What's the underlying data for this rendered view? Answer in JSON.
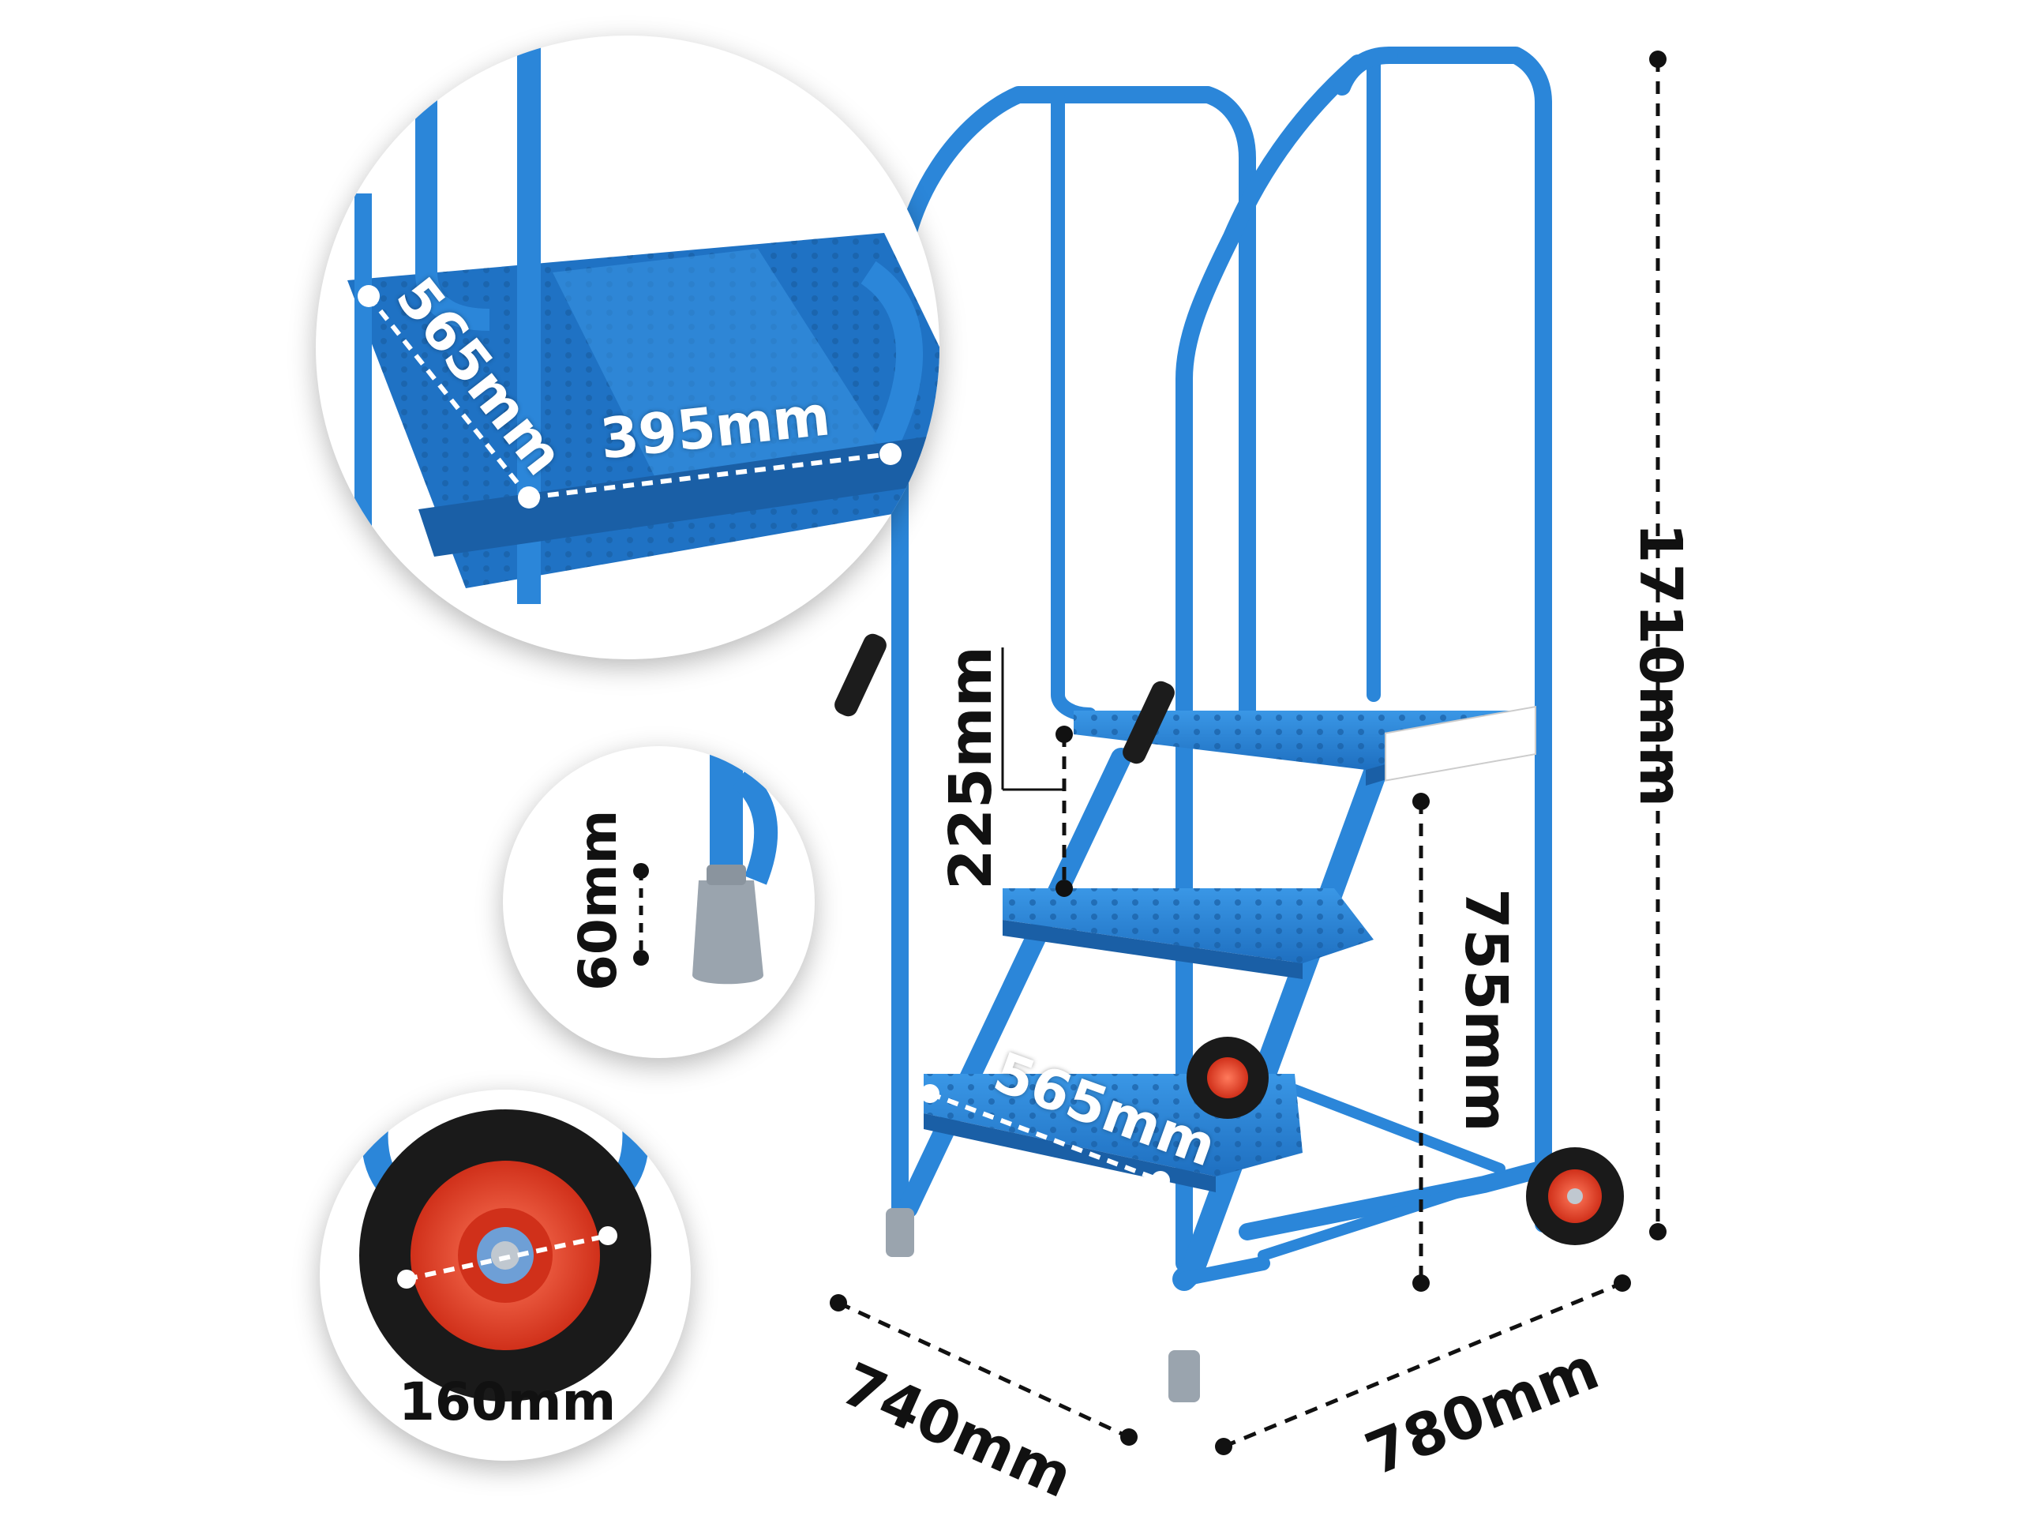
{
  "dimensions": {
    "overall_height": "1710mm",
    "depth": "740mm",
    "width": "780mm",
    "platform_height": "755mm",
    "step_rise": "225mm",
    "step_width": "565mm",
    "tread_width": "565mm",
    "tread_depth": "395mm",
    "foot_height": "60mm",
    "wheel_diameter": "160mm"
  },
  "colors": {
    "frame": "#2b86d9",
    "frame_dark": "#1765b0",
    "wheel_hub": "#e8402a",
    "tyre": "#1a1a1a",
    "foot": "#9aa4ae",
    "dim_line": "#111111"
  }
}
